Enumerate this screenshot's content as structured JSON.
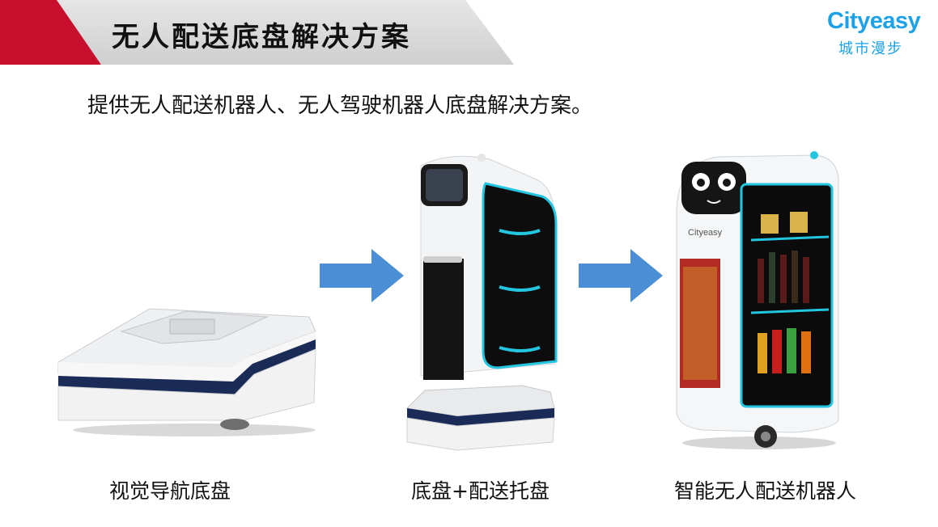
{
  "header": {
    "title": "无人配送底盘解决方案"
  },
  "logo": {
    "brand_en": "Cityeasy",
    "brand_cn": "城市漫步"
  },
  "subtitle": "提供无人配送机器人、无人驾驶机器人底盘解决方案。",
  "robot_screen_brand": "Cityeasy",
  "steps": [
    {
      "caption": "视觉导航底盘"
    },
    {
      "caption": "底盘+配送托盘"
    },
    {
      "caption": "智能无人配送机器人"
    }
  ],
  "colors": {
    "brand_blue": "#1da1e8",
    "arrow_blue": "#4a8fd6",
    "header_red": "#c8102e",
    "accent_cyan": "#22c6e0"
  },
  "icons": [
    "arrow-right-icon",
    "arrow-right-icon"
  ]
}
